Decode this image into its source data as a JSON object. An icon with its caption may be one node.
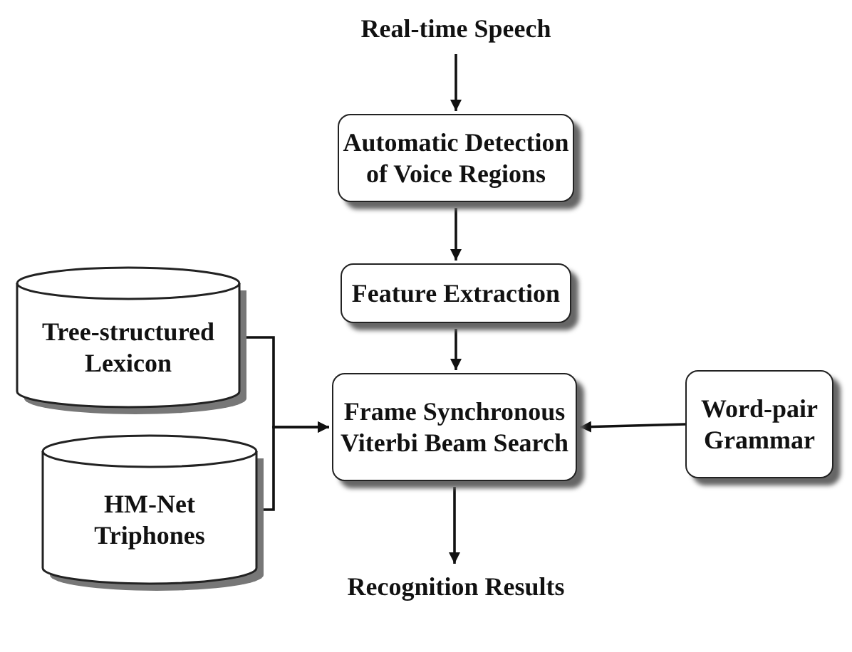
{
  "diagram": {
    "nodes": [
      {
        "text": [
          "Real-time Speech"
        ]
      },
      {
        "text": [
          "Automatic Detection of Voice Regions"
        ]
      },
      {
        "text": [
          "Feature Extraction"
        ]
      },
      {
        "text": [
          "Tree-structured Lexicon"
        ]
      },
      {
        "text": [
          "Frame Synchronous Viterbi Beam Search"
        ]
      },
      {
        "text": [
          "Word-pair Grammar"
        ]
      },
      {
        "text": [
          "HM-Net Triphones"
        ]
      },
      {
        "text": [
          "Recognition Results"
        ]
      }
    ],
    "edges": [
      {
        "from": 0,
        "to": 1,
        "arrow": "to"
      },
      {
        "from": 1,
        "to": 2,
        "arrow": "to"
      },
      {
        "from": 2,
        "to": 4,
        "arrow": "to"
      },
      {
        "from": 3,
        "to": 4,
        "arrow": "to"
      },
      {
        "from": 6,
        "to": 4,
        "arrow": "to"
      },
      {
        "from": 5,
        "to": 4,
        "arrow": "to"
      },
      {
        "from": 4,
        "to": 7,
        "arrow": "to"
      }
    ]
  }
}
